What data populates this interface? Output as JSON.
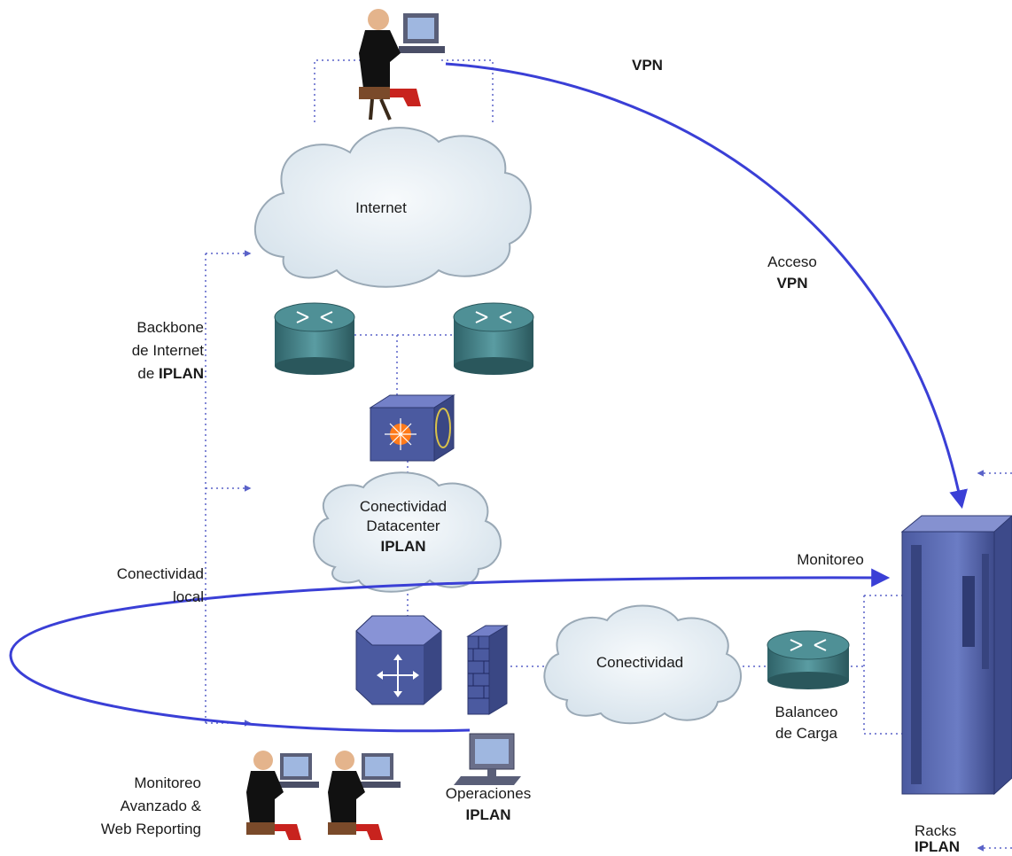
{
  "labels": {
    "vpn_top": "VPN",
    "acceso_line1": "Acceso",
    "acceso_line2": "VPN",
    "internet": "Internet",
    "backbone_line1": "Backbone",
    "backbone_line2": "de Internet",
    "backbone_line3_prefix": "de ",
    "backbone_line3_bold": "IPLAN",
    "datacenter_line1": "Conectividad",
    "datacenter_line2": "Datacenter",
    "datacenter_line3": "IPLAN",
    "monitoreo": "Monitoreo",
    "local_line1": "Conectividad",
    "local_line2": "local",
    "conectividad": "Conectividad",
    "balanceo_line1": "Balanceo",
    "balanceo_line2": "de Carga",
    "operaciones_line1": "Operaciones",
    "operaciones_line2": "IPLAN",
    "monav_line1": "Monitoreo",
    "monav_line2": "Avanzado &",
    "monav_line3": "Web Reporting",
    "racks_line1": "Racks",
    "racks_line2": "IPLAN"
  },
  "colors": {
    "arrow": "#3a3fd6",
    "dotted": "#5a62c8",
    "cloud_fill": "#e6eef5",
    "cloud_stroke": "#9aa9b6",
    "router_fill": "#3f7d83",
    "device_blue": "#4b5aa0",
    "server": "#5a6bb0"
  }
}
